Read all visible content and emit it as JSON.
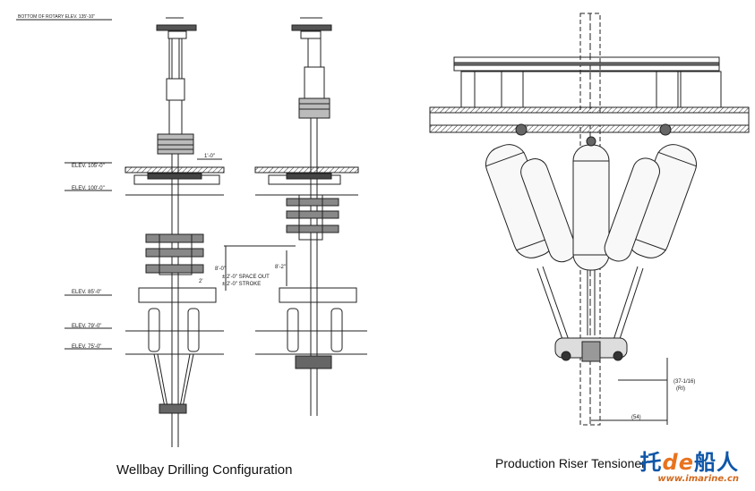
{
  "left_figure": {
    "caption": "Wellbay Drilling Configuration",
    "header_label": "BOTTOM OF ROTARY ELEV. 135'-10\"",
    "elevations": {
      "e105": "ELEV. 105'-0\"",
      "e100": "ELEV. 100'-0\"",
      "e85": "ELEV. 85'-0\"",
      "e79": "ELEV. 79'-0\"",
      "e75": "ELEV. 75'-0\""
    },
    "dim_1_0": "1'-0\"",
    "dim_8_0": "8'-0\"",
    "space_out": "± 2'-0\" SPACE OUT",
    "stroke": "± 2'-0\" STROKE",
    "dim_2": "2'",
    "dim_8_2": "8'-2\""
  },
  "right_figure": {
    "caption": "Production Riser Tensioner",
    "dim_1": "(37-1/16)",
    "dim_1b": "(RI)",
    "dim_2": "(54)"
  },
  "watermark": {
    "text_tuo": "托",
    "text_de": "de",
    "text_cn": "船人",
    "url": "www.imarine.cn"
  }
}
